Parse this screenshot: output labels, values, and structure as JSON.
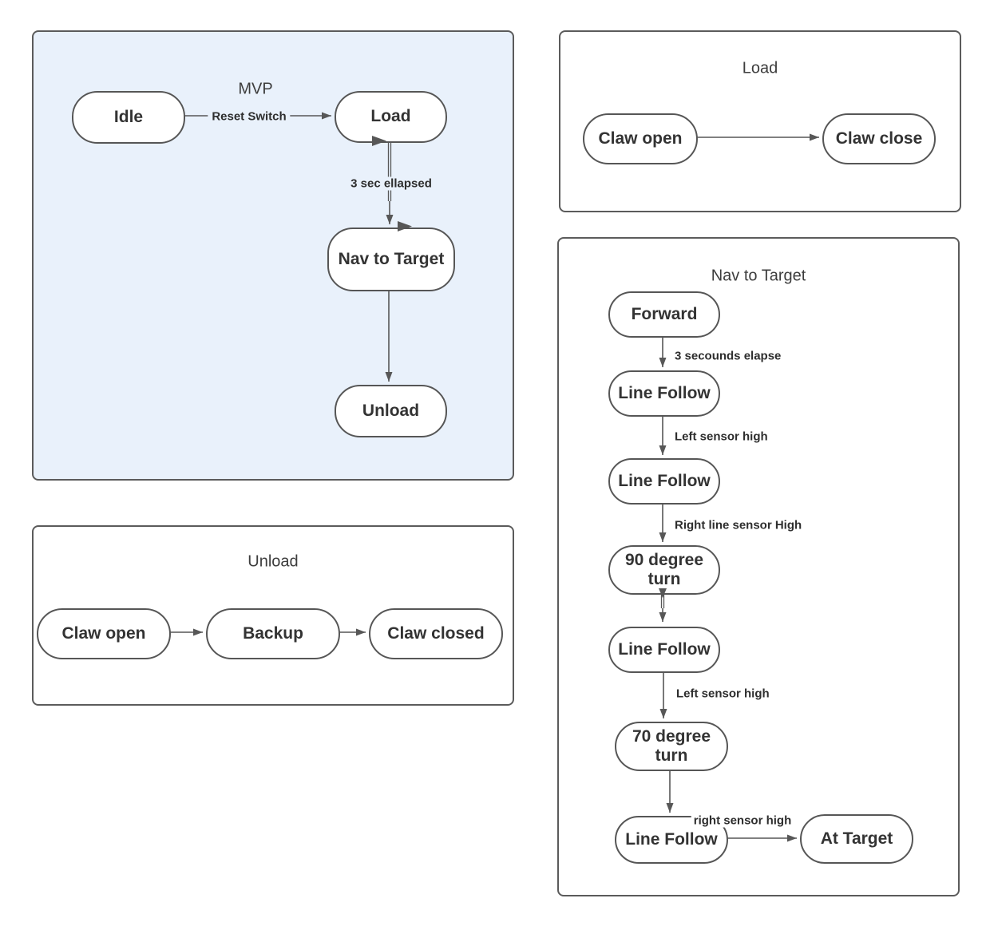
{
  "colors": {
    "mvp_fill": "#e9f1fb",
    "node_fill": "#ffffff",
    "stroke": "#575757",
    "text": "#333333"
  },
  "mvp": {
    "title": "MVP",
    "nodes": {
      "idle": "Idle",
      "load": "Load",
      "nav": "Nav to Target",
      "unload": "Unload"
    },
    "edge_labels": {
      "reset": "Reset Switch",
      "elapsed": "3 sec ellapsed"
    }
  },
  "load_group": {
    "title": "Load",
    "nodes": {
      "claw_open": "Claw open",
      "claw_close": "Claw close"
    }
  },
  "unload_group": {
    "title": "Unload",
    "nodes": {
      "claw_open": "Claw open",
      "backup": "Backup",
      "claw_closed": "Claw closed"
    }
  },
  "nav_group": {
    "title": "Nav to Target",
    "nodes": {
      "forward": "Forward",
      "line_follow_1": "Line Follow",
      "line_follow_2": "Line Follow",
      "turn_90": "90 degree turn",
      "line_follow_3": "Line Follow",
      "turn_70": "70 degree turn",
      "line_follow_4": "Line Follow",
      "at_target": "At Target"
    },
    "edge_labels": {
      "forward_to_lf1": "3 secounds elapse",
      "lf1_to_lf2": "Left sensor high",
      "lf2_to_turn90": "Right line sensor High",
      "lf3_to_turn70": "Left sensor high",
      "lf4_to_at_target": "right sensor high"
    }
  }
}
